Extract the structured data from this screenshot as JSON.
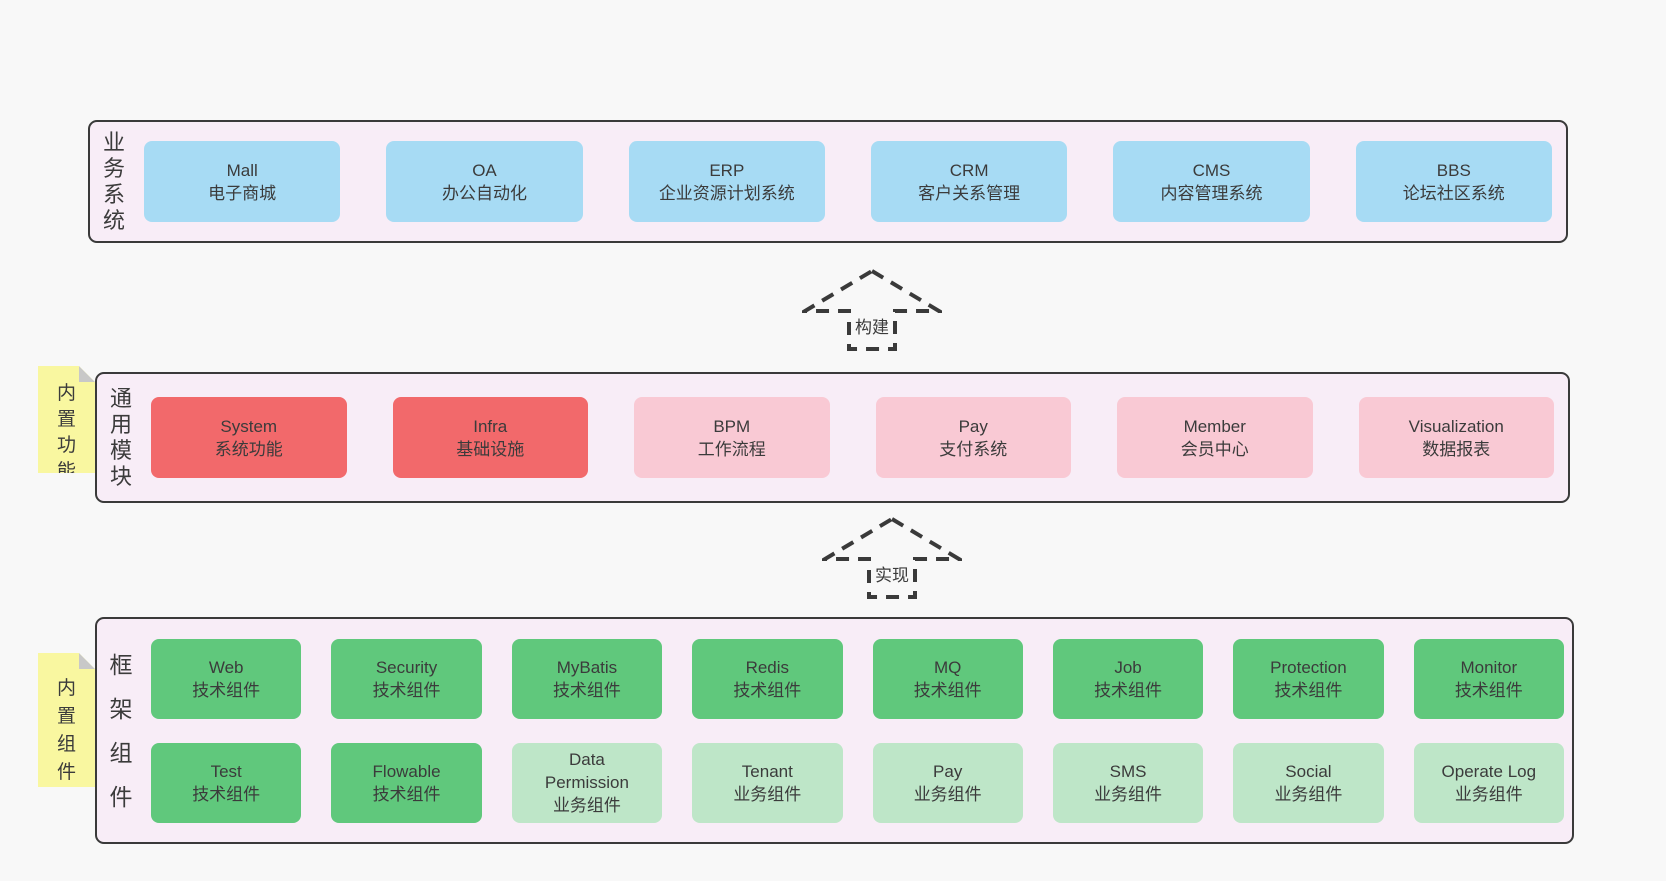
{
  "colors": {
    "page_bg": "#f8f8f8",
    "panel_bg": "#f8edf7",
    "panel_border": "#3a3a3a",
    "text": "#3b3b3b",
    "blue": "#a7dbf4",
    "red": "#f2696b",
    "pink": "#f9c9d4",
    "green": "#60c87c",
    "green_light": "#bee6c8",
    "note_bg": "#f9f7a0",
    "note_fold": "#c8c8c8"
  },
  "arrows": {
    "build": "构建",
    "implement": "实现"
  },
  "layers": {
    "business": {
      "label": "业务系统",
      "boxes": [
        {
          "title": "Mall",
          "subtitle": "电子商城"
        },
        {
          "title": "OA",
          "subtitle": "办公自动化"
        },
        {
          "title": "ERP",
          "subtitle": "企业资源计划系统"
        },
        {
          "title": "CRM",
          "subtitle": "客户关系管理"
        },
        {
          "title": "CMS",
          "subtitle": "内容管理系统"
        },
        {
          "title": "BBS",
          "subtitle": "论坛社区系统"
        }
      ]
    },
    "modules": {
      "label": "通用模块",
      "note": "内置功能",
      "boxes": [
        {
          "title": "System",
          "subtitle": "系统功能"
        },
        {
          "title": "Infra",
          "subtitle": "基础设施"
        },
        {
          "title": "BPM",
          "subtitle": "工作流程"
        },
        {
          "title": "Pay",
          "subtitle": "支付系统"
        },
        {
          "title": "Member",
          "subtitle": "会员中心"
        },
        {
          "title": "Visualization",
          "subtitle": "数据报表"
        }
      ]
    },
    "components": {
      "label": "框架组件",
      "note": "内置组件",
      "row1": [
        {
          "title": "Web",
          "subtitle": "技术组件"
        },
        {
          "title": "Security",
          "subtitle": "技术组件"
        },
        {
          "title": "MyBatis",
          "subtitle": "技术组件"
        },
        {
          "title": "Redis",
          "subtitle": "技术组件"
        },
        {
          "title": "MQ",
          "subtitle": "技术组件"
        },
        {
          "title": "Job",
          "subtitle": "技术组件"
        },
        {
          "title": "Protection",
          "subtitle": "技术组件"
        },
        {
          "title": "Monitor",
          "subtitle": "技术组件"
        }
      ],
      "row2": [
        {
          "title": "Test",
          "subtitle": "技术组件"
        },
        {
          "title": "Flowable",
          "subtitle": "技术组件"
        },
        {
          "title": "Data Permission",
          "subtitle": "业务组件"
        },
        {
          "title": "Tenant",
          "subtitle": "业务组件"
        },
        {
          "title": "Pay",
          "subtitle": "业务组件"
        },
        {
          "title": "SMS",
          "subtitle": "业务组件"
        },
        {
          "title": "Social",
          "subtitle": "业务组件"
        },
        {
          "title": "Operate Log",
          "subtitle": "业务组件"
        }
      ]
    }
  }
}
